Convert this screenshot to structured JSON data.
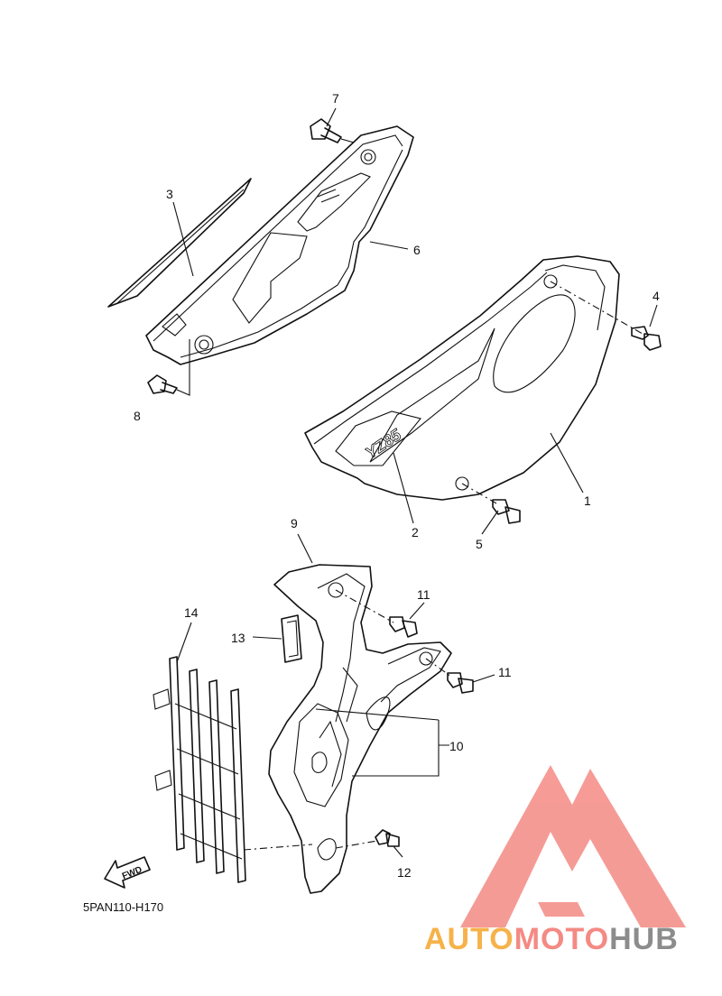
{
  "callouts": [
    {
      "id": "1",
      "label": "1"
    },
    {
      "id": "2",
      "label": "2"
    },
    {
      "id": "3",
      "label": "3"
    },
    {
      "id": "4",
      "label": "4"
    },
    {
      "id": "5",
      "label": "5"
    },
    {
      "id": "6",
      "label": "6"
    },
    {
      "id": "7",
      "label": "7"
    },
    {
      "id": "8",
      "label": "8"
    },
    {
      "id": "9",
      "label": "9"
    },
    {
      "id": "10",
      "label": "10"
    },
    {
      "id": "11a",
      "label": "11"
    },
    {
      "id": "11b",
      "label": "11"
    },
    {
      "id": "12",
      "label": "12"
    },
    {
      "id": "13",
      "label": "13"
    },
    {
      "id": "14",
      "label": "14"
    }
  ],
  "decal_text": "YZ85",
  "fwd_label": "FWD",
  "diagram_code": "5PAN110-H170",
  "watermark": {
    "part1": "AUTO",
    "part2": "MOTO",
    "part3": "HUB",
    "color_orange": "#f6b24a",
    "color_red": "#f48a84",
    "color_gray": "#8c8c8c"
  }
}
